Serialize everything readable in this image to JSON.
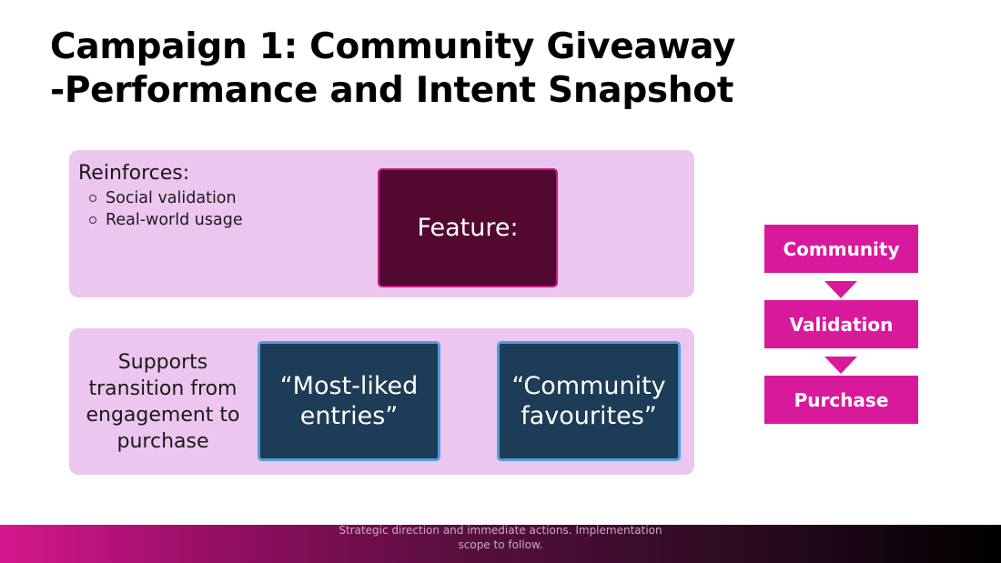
{
  "slide": {
    "title_line1": "Campaign 1: Community Giveaway",
    "title_line2": "-Performance and Intent Snapshot"
  },
  "reinforces": {
    "heading": "Reinforces:",
    "items": [
      "Social validation",
      "Real-world usage"
    ]
  },
  "feature": {
    "label": "Feature:",
    "examples": [
      "“Most-liked entries”",
      "“Community favourites”"
    ]
  },
  "supports": {
    "text": "Supports transition from engagement to purchase"
  },
  "flow": {
    "steps": [
      "Community",
      "Validation",
      "Purchase"
    ]
  },
  "footer": {
    "note": "Strategic direction and immediate actions. Implementation scope to follow."
  },
  "colors": {
    "flow_magenta": "#d9199b",
    "panel_pink": "#ecc6ee",
    "feature_plum": "#52082f",
    "example_navy": "#1c3c57",
    "example_border_blue": "#4f9edb"
  }
}
